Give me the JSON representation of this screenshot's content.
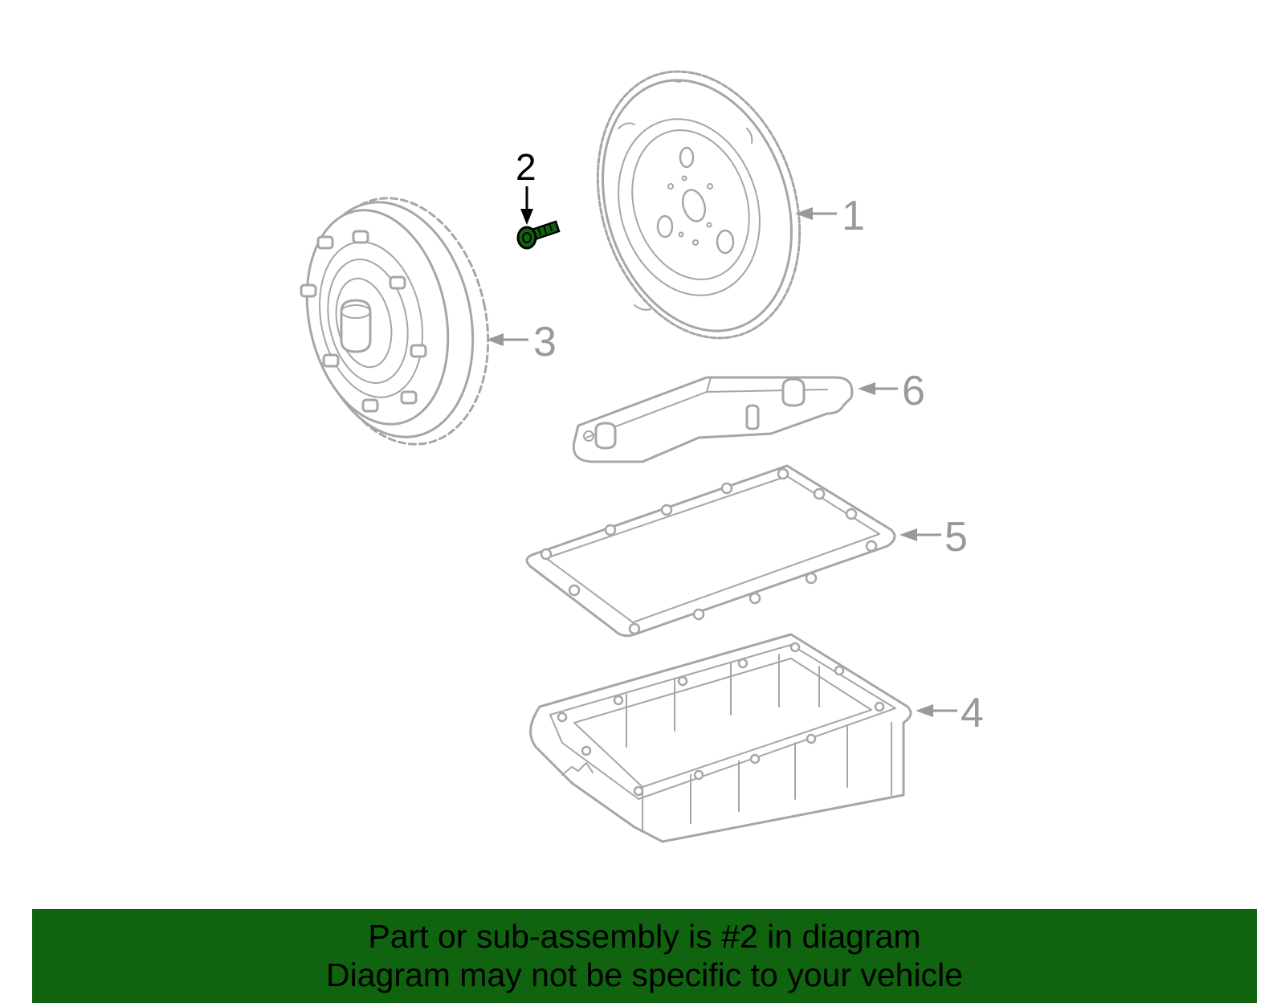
{
  "callouts": {
    "c1": "1",
    "c2": "2",
    "c3": "3",
    "c4": "4",
    "c5": "5",
    "c6": "6"
  },
  "highlight": {
    "part": "2",
    "color": "#10640f"
  },
  "banner": {
    "line1": "Part or sub-assembly is #2 in diagram",
    "line2": "Diagram may not be specific to your vehicle",
    "background": "#10640f"
  }
}
